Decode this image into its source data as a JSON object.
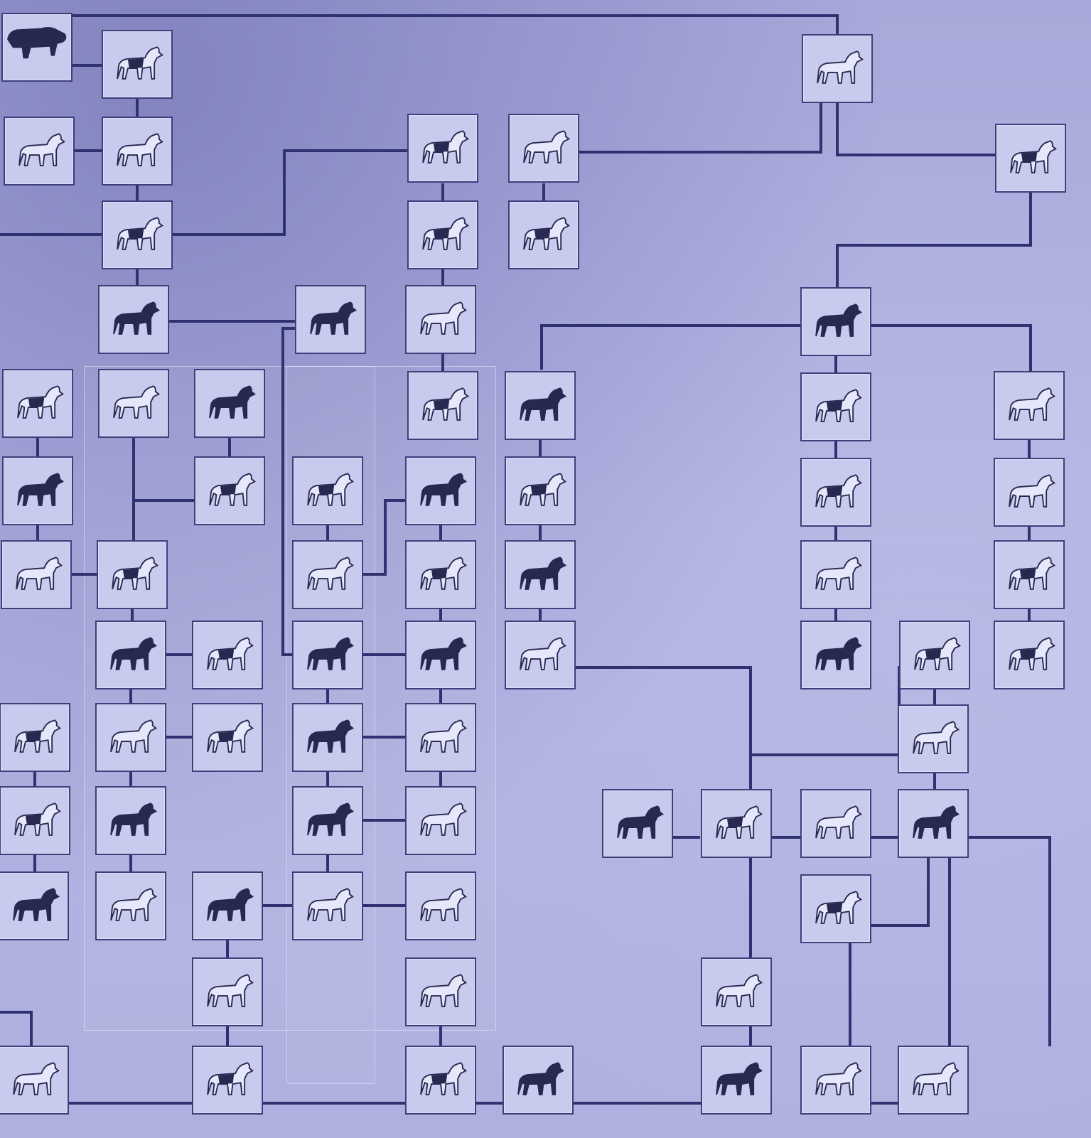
{
  "title": "",
  "colors": {
    "background": "#b0b2e0",
    "line": "#2f3170",
    "box_fill": "#c9cbee",
    "box_border": "#3d3f7c",
    "silhouette_dark": "#272950",
    "silhouette_light": "#e6e7fb"
  },
  "node_count": 74,
  "nodes": [
    {
      "id": "n1",
      "icon": "cow-icon"
    },
    {
      "id": "n2",
      "icon": "dog-silhouette-icon",
      "tone": "mixed"
    },
    {
      "id": "n3",
      "icon": "dog-silhouette-icon",
      "tone": "light"
    },
    {
      "id": "n4",
      "icon": "dog-silhouette-icon",
      "tone": "light"
    },
    {
      "id": "n5",
      "icon": "dog-silhouette-icon",
      "tone": "mixed"
    },
    {
      "id": "n6",
      "icon": "dog-silhouette-icon",
      "tone": "dark"
    },
    {
      "id": "n7",
      "icon": "dog-silhouette-icon",
      "tone": "dark"
    },
    {
      "id": "n8",
      "icon": "dog-silhouette-icon",
      "tone": "mixed"
    },
    {
      "id": "n9",
      "icon": "dog-silhouette-icon",
      "tone": "light"
    },
    {
      "id": "n10",
      "icon": "dog-silhouette-icon",
      "tone": "mixed"
    },
    {
      "id": "n11",
      "icon": "dog-silhouette-icon",
      "tone": "mixed"
    },
    {
      "id": "n12",
      "icon": "dog-silhouette-icon",
      "tone": "light"
    },
    {
      "id": "n13",
      "icon": "dog-silhouette-icon",
      "tone": "light"
    },
    {
      "id": "n14",
      "icon": "dog-silhouette-icon",
      "tone": "mixed"
    },
    {
      "id": "n15",
      "icon": "dog-silhouette-icon",
      "tone": "dark"
    },
    {
      "id": "n16",
      "icon": "dog-silhouette-icon",
      "tone": "mixed"
    },
    {
      "id": "n17",
      "icon": "dog-silhouette-icon",
      "tone": "light"
    },
    {
      "id": "n18",
      "icon": "dog-silhouette-icon",
      "tone": "dark"
    },
    {
      "id": "n19",
      "icon": "dog-silhouette-icon",
      "tone": "mixed"
    },
    {
      "id": "n20",
      "icon": "dog-silhouette-icon",
      "tone": "dark"
    },
    {
      "id": "n21",
      "icon": "dog-silhouette-icon",
      "tone": "mixed"
    },
    {
      "id": "n22",
      "icon": "dog-silhouette-icon",
      "tone": "light"
    },
    {
      "id": "n23",
      "icon": "dog-silhouette-icon",
      "tone": "dark"
    },
    {
      "id": "n24",
      "icon": "dog-silhouette-icon",
      "tone": "mixed"
    },
    {
      "id": "n25",
      "icon": "dog-silhouette-icon",
      "tone": "mixed"
    },
    {
      "id": "n26",
      "icon": "dog-silhouette-icon",
      "tone": "dark"
    },
    {
      "id": "n27",
      "icon": "dog-silhouette-icon",
      "tone": "mixed"
    },
    {
      "id": "n28",
      "icon": "dog-silhouette-icon",
      "tone": "mixed"
    },
    {
      "id": "n29",
      "icon": "dog-silhouette-icon",
      "tone": "light"
    },
    {
      "id": "n30",
      "icon": "dog-silhouette-icon",
      "tone": "light"
    },
    {
      "id": "n31",
      "icon": "dog-silhouette-icon",
      "tone": "mixed"
    },
    {
      "id": "n32",
      "icon": "dog-silhouette-icon",
      "tone": "light"
    },
    {
      "id": "n33",
      "icon": "dog-silhouette-icon",
      "tone": "mixed"
    },
    {
      "id": "n34",
      "icon": "dog-silhouette-icon",
      "tone": "dark"
    },
    {
      "id": "n35",
      "icon": "dog-silhouette-icon",
      "tone": "light"
    },
    {
      "id": "n36",
      "icon": "dog-silhouette-icon",
      "tone": "mixed"
    },
    {
      "id": "n37",
      "icon": "dog-silhouette-icon",
      "tone": "dark"
    },
    {
      "id": "n38",
      "icon": "dog-silhouette-icon",
      "tone": "mixed"
    },
    {
      "id": "n39",
      "icon": "dog-silhouette-icon",
      "tone": "dark"
    },
    {
      "id": "n40",
      "icon": "dog-silhouette-icon",
      "tone": "dark"
    },
    {
      "id": "n41",
      "icon": "dog-silhouette-icon",
      "tone": "light"
    },
    {
      "id": "n42",
      "icon": "dog-silhouette-icon",
      "tone": "dark"
    },
    {
      "id": "n43",
      "icon": "dog-silhouette-icon",
      "tone": "mixed"
    },
    {
      "id": "n44",
      "icon": "dog-silhouette-icon",
      "tone": "mixed"
    },
    {
      "id": "n45",
      "icon": "dog-silhouette-icon",
      "tone": "mixed"
    },
    {
      "id": "n46",
      "icon": "dog-silhouette-icon",
      "tone": "light"
    },
    {
      "id": "n47",
      "icon": "dog-silhouette-icon",
      "tone": "mixed"
    },
    {
      "id": "n48",
      "icon": "dog-silhouette-icon",
      "tone": "dark"
    },
    {
      "id": "n49",
      "icon": "dog-silhouette-icon",
      "tone": "light"
    },
    {
      "id": "n50",
      "icon": "dog-silhouette-icon",
      "tone": "light"
    },
    {
      "id": "n51",
      "icon": "dog-silhouette-icon",
      "tone": "mixed"
    },
    {
      "id": "n52",
      "icon": "dog-silhouette-icon",
      "tone": "dark"
    },
    {
      "id": "n53",
      "icon": "dog-silhouette-icon",
      "tone": "dark"
    },
    {
      "id": "n54",
      "icon": "dog-silhouette-icon",
      "tone": "light"
    },
    {
      "id": "n55",
      "icon": "dog-silhouette-icon",
      "tone": "dark"
    },
    {
      "id": "n56",
      "icon": "dog-silhouette-icon",
      "tone": "mixed"
    },
    {
      "id": "n57",
      "icon": "dog-silhouette-icon",
      "tone": "light"
    },
    {
      "id": "n58",
      "icon": "dog-silhouette-icon",
      "tone": "dark"
    },
    {
      "id": "n59",
      "icon": "dog-silhouette-icon",
      "tone": "dark"
    },
    {
      "id": "n60",
      "icon": "dog-silhouette-icon",
      "tone": "light"
    },
    {
      "id": "n61",
      "icon": "dog-silhouette-icon",
      "tone": "dark"
    },
    {
      "id": "n62",
      "icon": "dog-silhouette-icon",
      "tone": "light"
    },
    {
      "id": "n63",
      "icon": "dog-silhouette-icon",
      "tone": "light"
    },
    {
      "id": "n64",
      "icon": "dog-silhouette-icon",
      "tone": "mixed"
    },
    {
      "id": "n65",
      "icon": "dog-silhouette-icon",
      "tone": "light"
    },
    {
      "id": "n66",
      "icon": "dog-silhouette-icon",
      "tone": "light"
    },
    {
      "id": "n67",
      "icon": "dog-silhouette-icon",
      "tone": "light"
    },
    {
      "id": "n68",
      "icon": "dog-silhouette-icon",
      "tone": "light"
    },
    {
      "id": "n69",
      "icon": "dog-silhouette-icon",
      "tone": "mixed"
    },
    {
      "id": "n70",
      "icon": "dog-silhouette-icon",
      "tone": "mixed"
    },
    {
      "id": "n71",
      "icon": "dog-silhouette-icon",
      "tone": "dark"
    },
    {
      "id": "n72",
      "icon": "dog-silhouette-icon",
      "tone": "dark"
    },
    {
      "id": "n73",
      "icon": "dog-silhouette-icon",
      "tone": "light"
    },
    {
      "id": "n74",
      "icon": "dog-silhouette-icon",
      "tone": "light"
    }
  ]
}
